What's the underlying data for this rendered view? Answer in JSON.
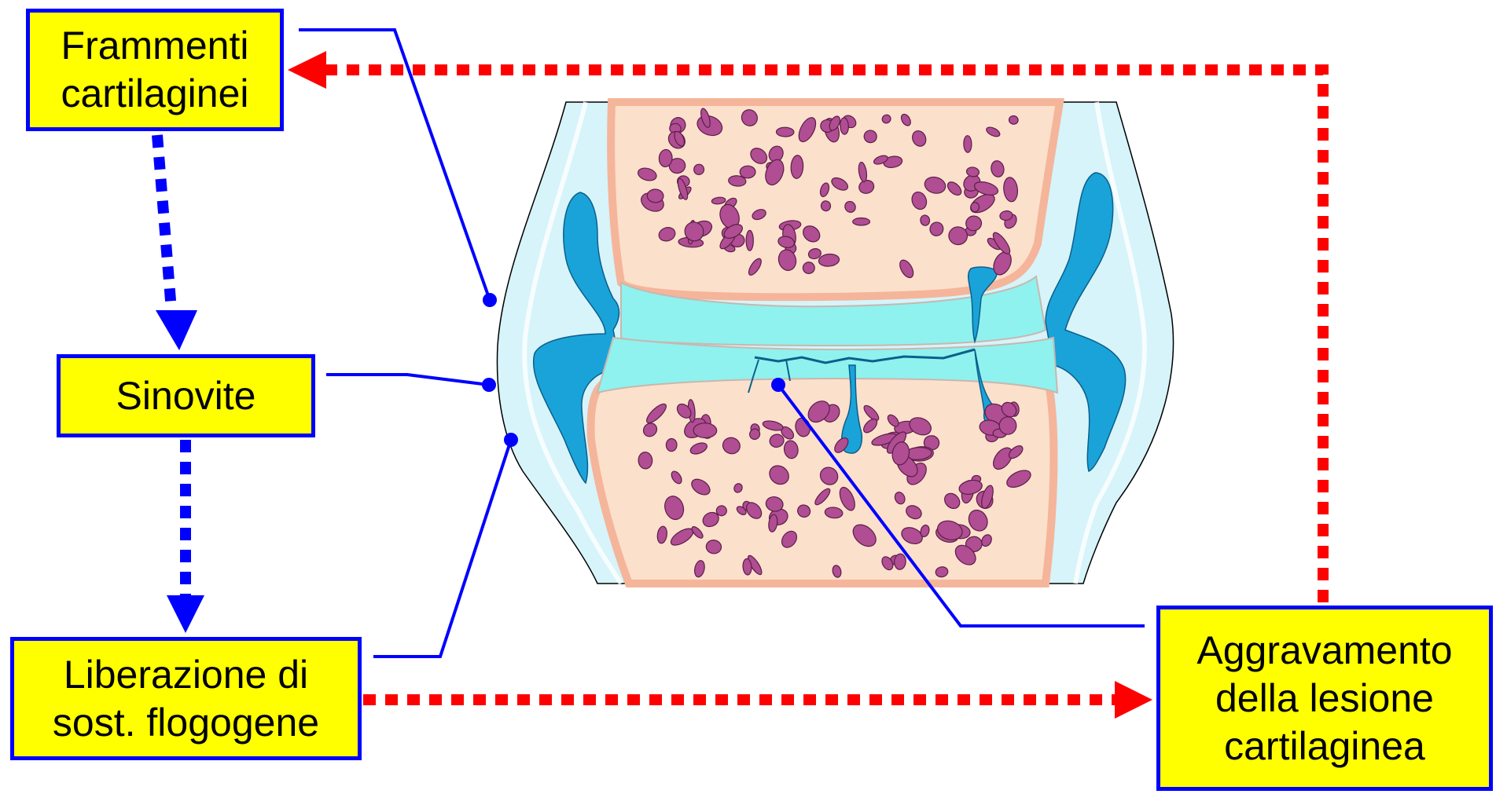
{
  "boxes": {
    "frammenti": {
      "line1": "Frammenti",
      "line2": "cartilaginei"
    },
    "sinovite": {
      "line1": "Sinovite"
    },
    "liberazione": {
      "line1": "Liberazione di",
      "line2": "sost. flogogene"
    },
    "aggravamento": {
      "line1": "Aggravamento",
      "line2": "della lesione",
      "line3": "cartilaginea"
    }
  },
  "colors": {
    "box_fill": "#ffff00",
    "box_border": "#0000ff",
    "blue_arrow": "#0000ff",
    "red_arrow": "#ff0000",
    "bone": "#fbe0cb",
    "bone_edge": "#f5b59a",
    "cartilage": "#8ff2ee",
    "synovial_fluid": "#1aa3d9",
    "capsule": "#d6f4fa",
    "marrow_spots": "#b04d93"
  }
}
